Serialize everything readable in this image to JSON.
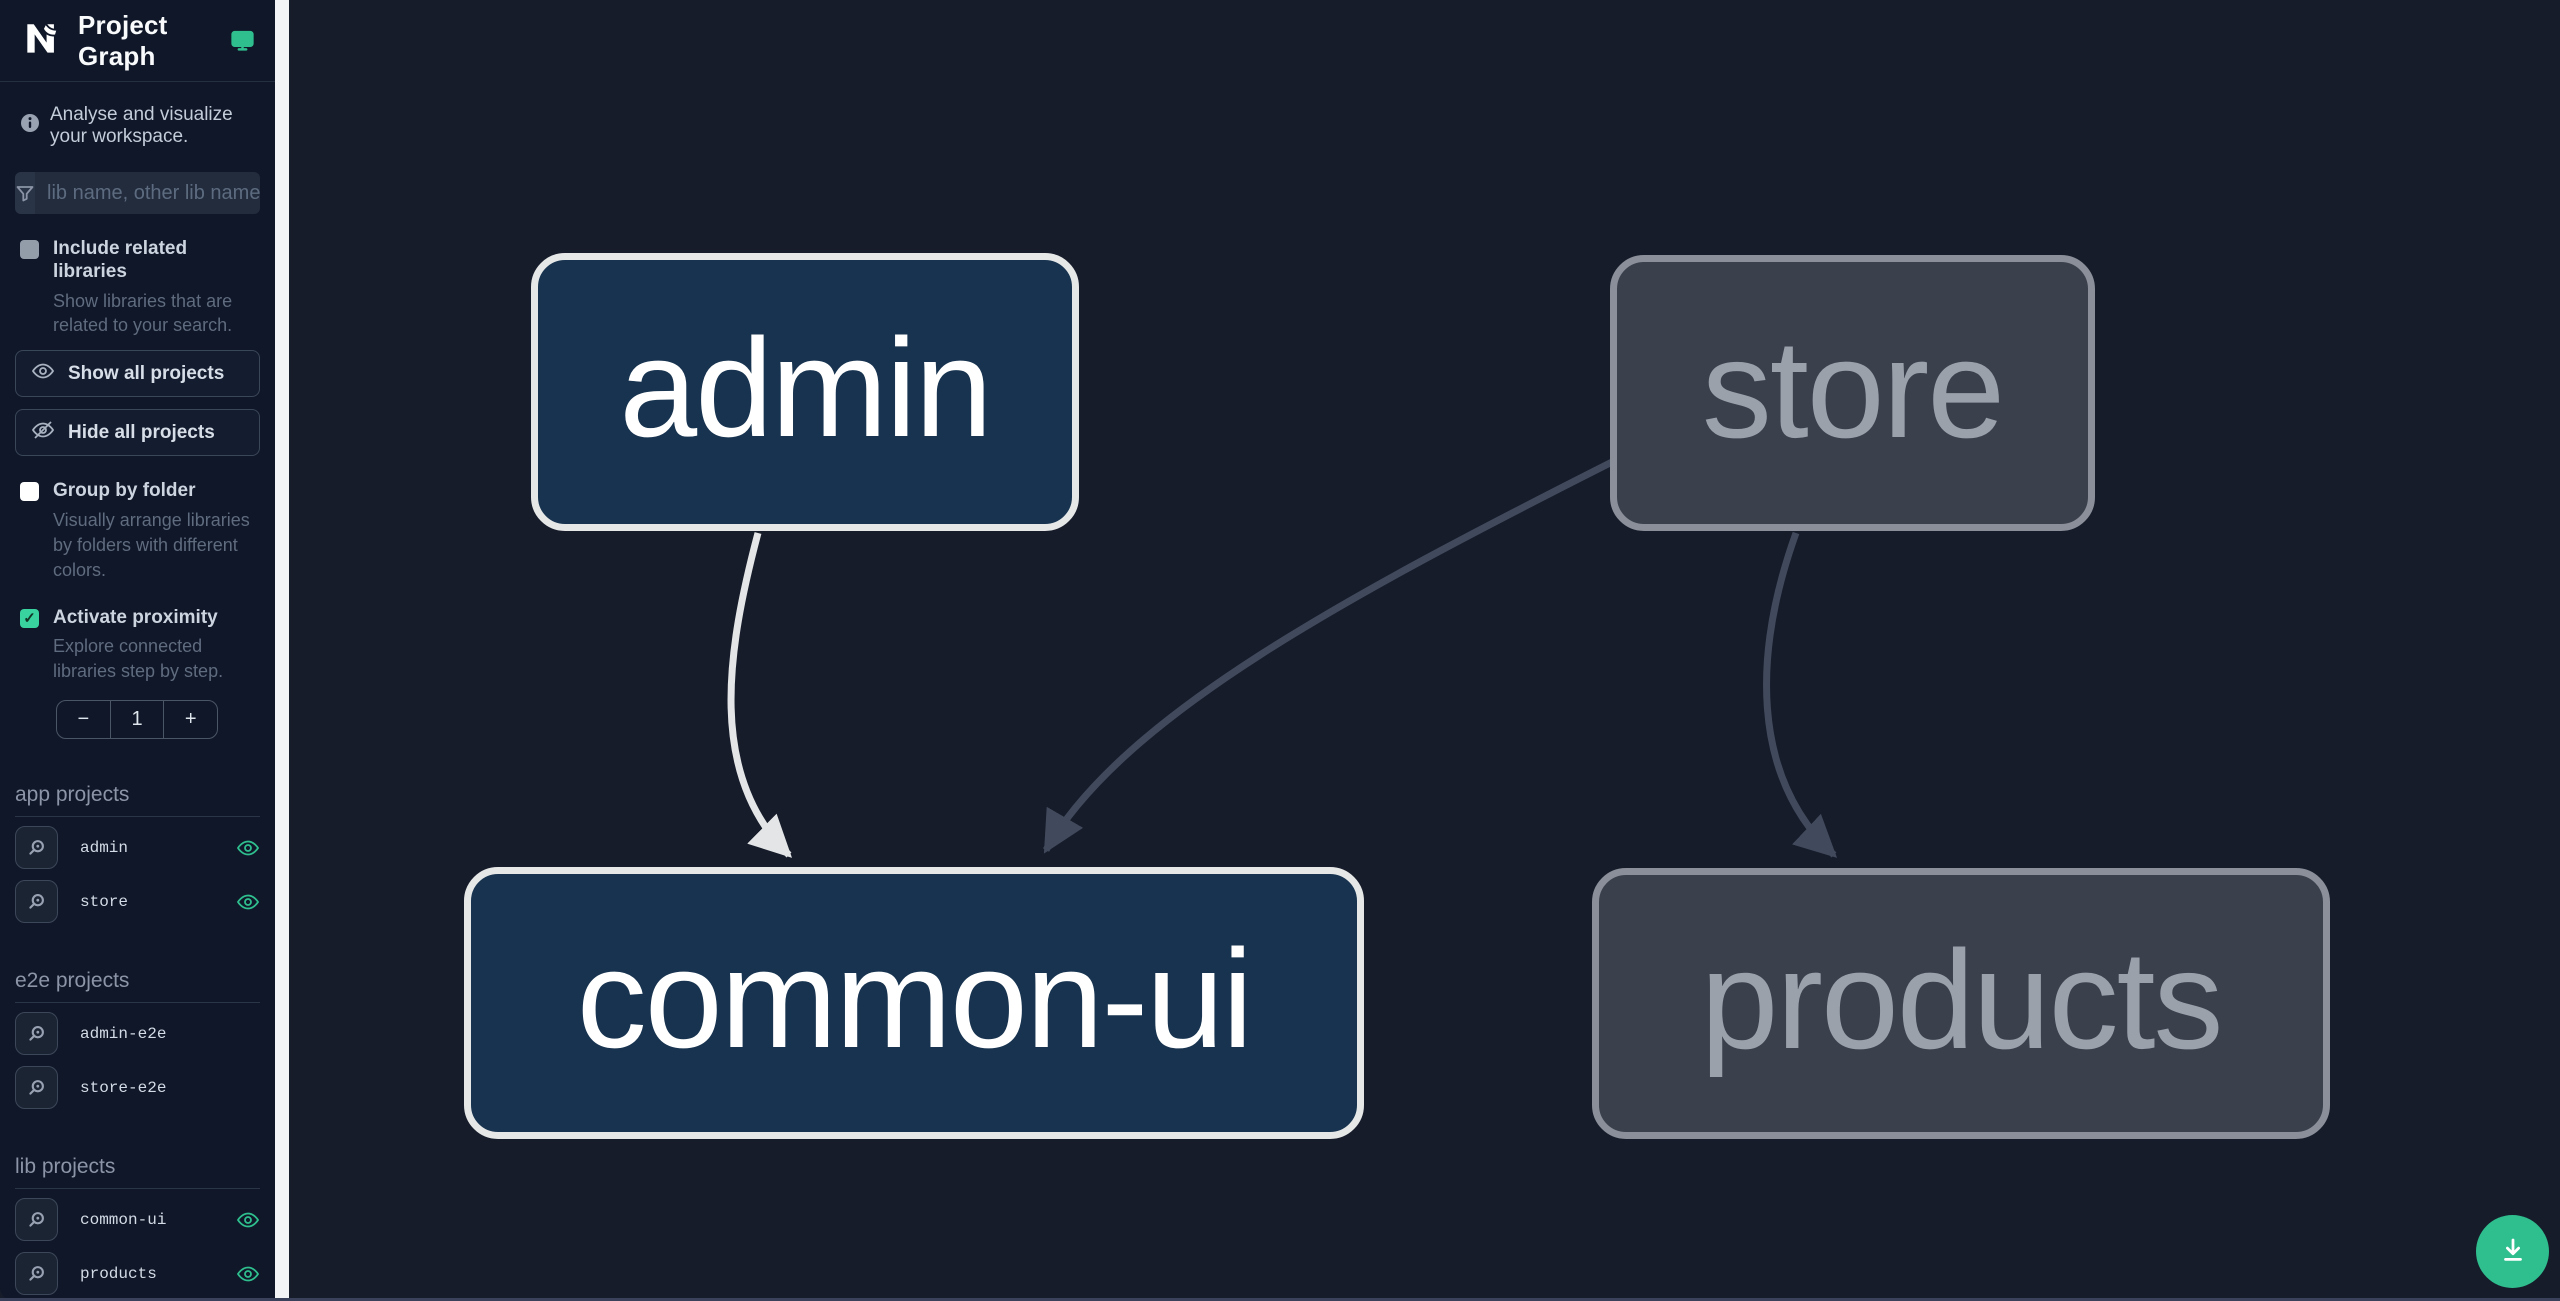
{
  "header": {
    "title": "Project Graph"
  },
  "sidebar": {
    "tagline": "Analyse and visualize your workspace.",
    "filter": {
      "placeholder": "lib name, other lib name"
    },
    "include_related": {
      "label": "Include related libraries",
      "description": "Show libraries that are related to your search.",
      "checked": false
    },
    "show_all_label": "Show all projects",
    "hide_all_label": "Hide all projects",
    "group_by_folder": {
      "label": "Group by folder",
      "description": "Visually arrange libraries by folders with different colors.",
      "checked": false
    },
    "activate_proximity": {
      "label": "Activate proximity",
      "description": "Explore connected libraries step by step.",
      "checked": true,
      "check_glyph": "✓"
    },
    "proximity_stepper": {
      "decrement": "−",
      "value": "1",
      "increment": "+"
    },
    "sections": [
      {
        "title": "app projects",
        "items": [
          {
            "name": "admin",
            "eye": true
          },
          {
            "name": "store",
            "eye": true
          }
        ]
      },
      {
        "title": "e2e projects",
        "items": [
          {
            "name": "admin-e2e",
            "eye": false
          },
          {
            "name": "store-e2e",
            "eye": false
          }
        ]
      },
      {
        "title": "lib projects",
        "items": [
          {
            "name": "common-ui",
            "eye": true
          },
          {
            "name": "products",
            "eye": true
          }
        ]
      }
    ]
  },
  "graph": {
    "nodes": [
      {
        "label": "admin",
        "state": "highlighted"
      },
      {
        "label": "store",
        "state": "faded"
      },
      {
        "label": "common-ui",
        "state": "highlighted"
      },
      {
        "label": "products",
        "state": "faded"
      }
    ],
    "edges": [
      {
        "source": "admin",
        "target": "common-ui",
        "state": "highlighted"
      },
      {
        "source": "store",
        "target": "common-ui",
        "state": "faded"
      },
      {
        "source": "store",
        "target": "products",
        "state": "faded"
      }
    ]
  },
  "colors": {
    "accent_green": "#2fbe8e",
    "sidebar_bg": "#0f1728",
    "canvas_bg": "#161c2a",
    "node_highlight_fill": "#17334f",
    "node_highlight_border": "#e6e8e8",
    "node_faded_fill": "#3a404c",
    "node_faded_border": "#8a8f99",
    "edge_highlight": "#e3e5e6",
    "edge_faded": "#414a5c"
  }
}
